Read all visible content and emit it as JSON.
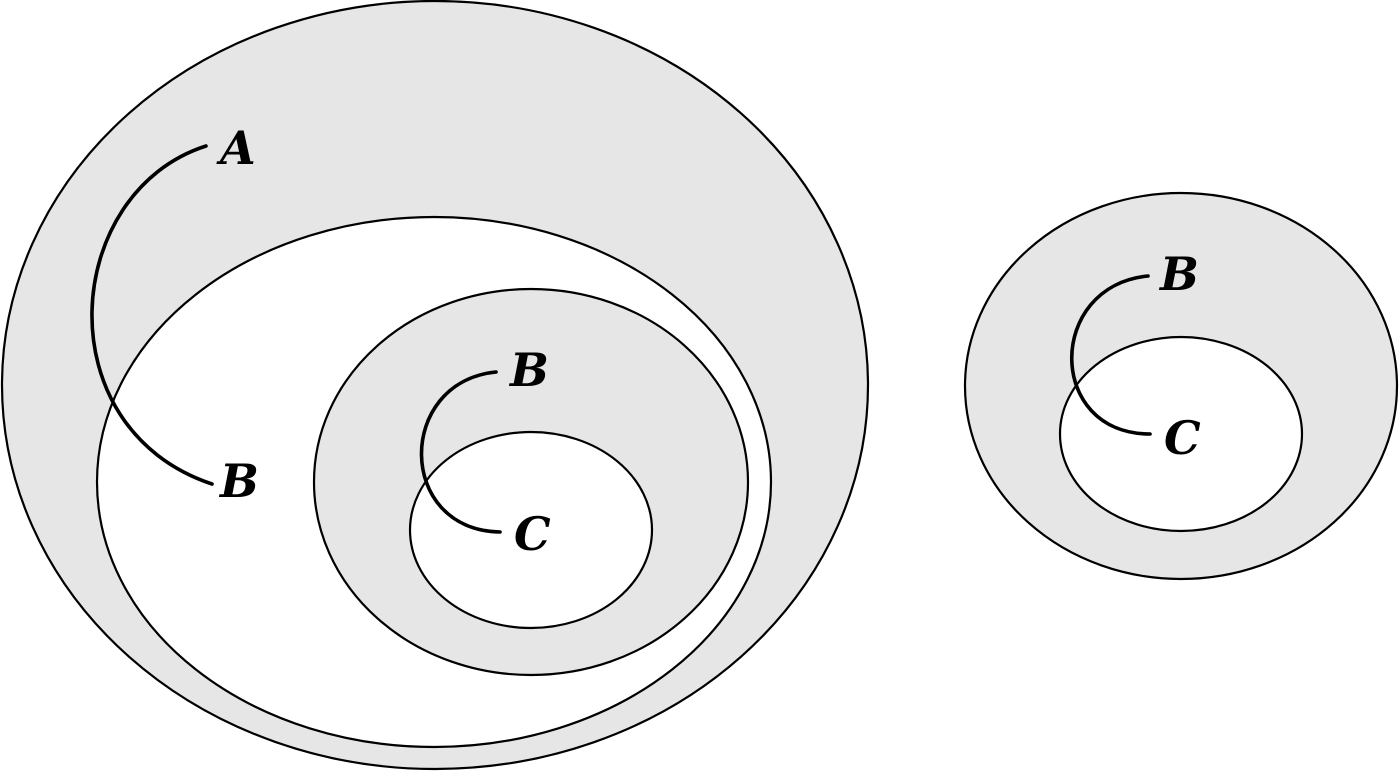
{
  "colors": {
    "shaded": "#e6e6e6",
    "unshaded": "#ffffff",
    "stroke": "#000000"
  },
  "left_figure": {
    "outer_arc": {
      "start_label": "A",
      "end_label": "B"
    },
    "inner_arc": {
      "start_label": "B",
      "end_label": "C"
    }
  },
  "right_figure": {
    "arc": {
      "start_label": "B",
      "end_label": "C"
    }
  }
}
